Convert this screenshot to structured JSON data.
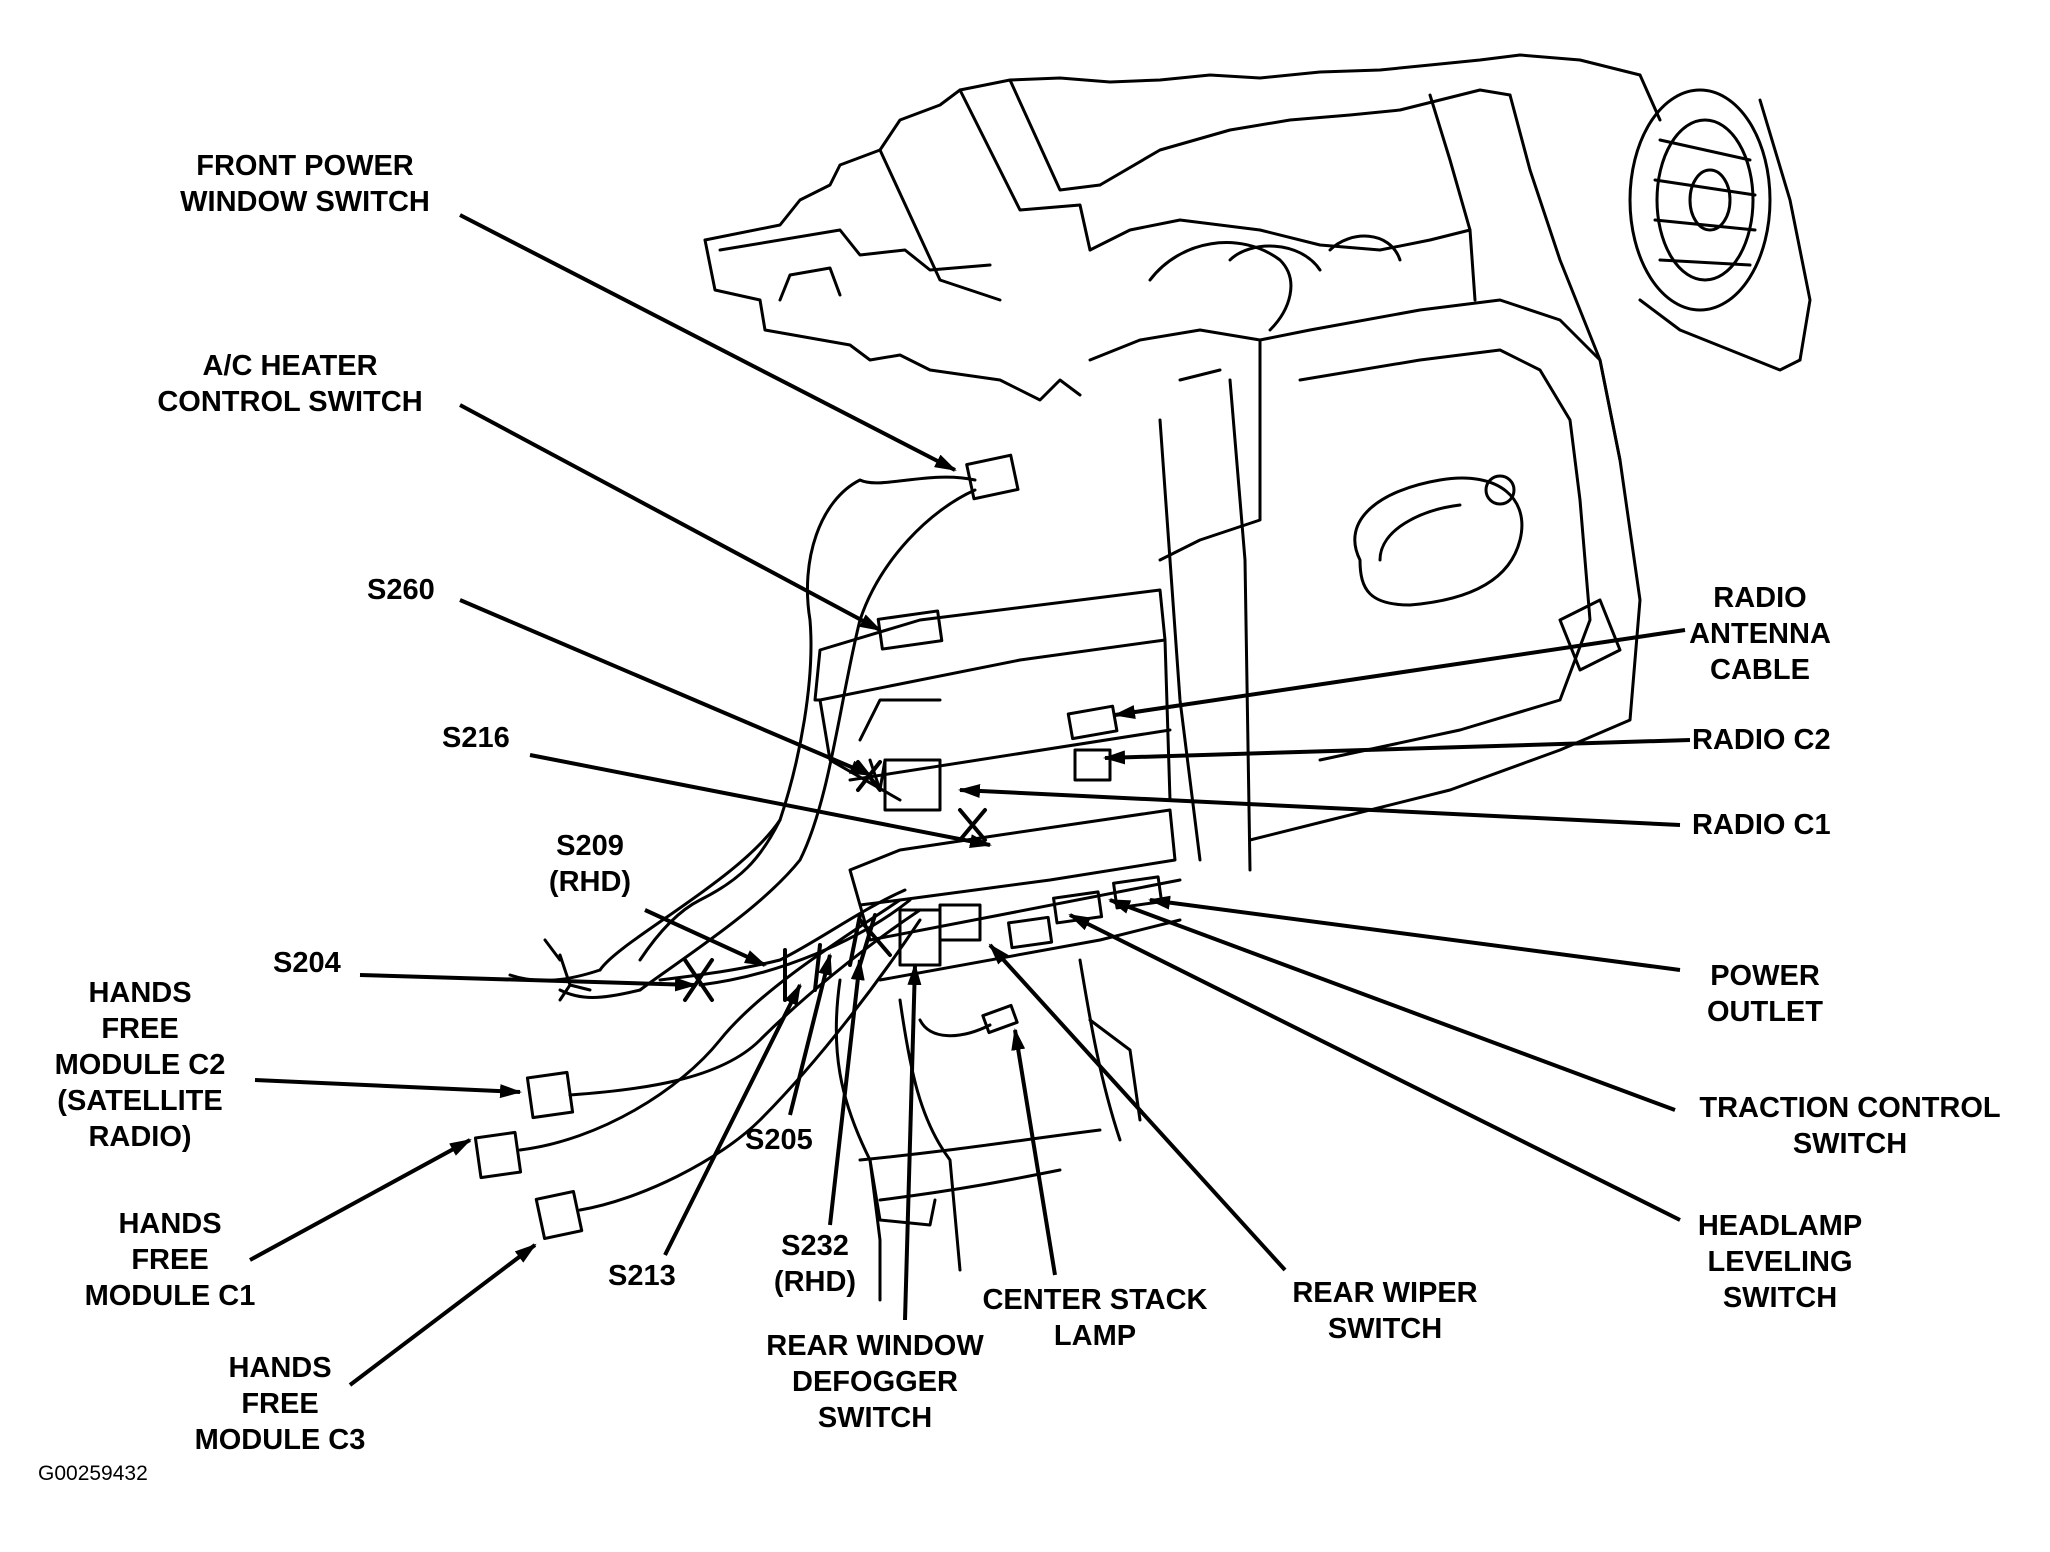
{
  "labels": {
    "front_power_window_switch": [
      "FRONT POWER",
      "WINDOW SWITCH"
    ],
    "ac_heater_control_switch": [
      "A/C HEATER",
      "CONTROL SWITCH"
    ],
    "s260": "S260",
    "s216": "S216",
    "s209": [
      "S209",
      "(RHD)"
    ],
    "s204": "S204",
    "hands_free_c2": [
      "HANDS",
      "FREE",
      "MODULE C2",
      "(SATELLITE",
      "RADIO)"
    ],
    "hands_free_c1": [
      "HANDS",
      "FREE",
      "MODULE C1"
    ],
    "hands_free_c3": [
      "HANDS",
      "FREE",
      "MODULE C3"
    ],
    "s213": "S213",
    "s205": "S205",
    "s232": [
      "S232",
      "(RHD)"
    ],
    "rear_window_defogger_switch": [
      "REAR WINDOW",
      "DEFOGGER",
      "SWITCH"
    ],
    "center_stack_lamp": [
      "CENTER STACK",
      "LAMP"
    ],
    "rear_wiper_switch": [
      "REAR WIPER",
      "SWITCH"
    ],
    "headlamp_leveling_switch": [
      "HEADLAMP",
      "LEVELING",
      "SWITCH"
    ],
    "traction_control_switch": [
      "TRACTION CONTROL",
      "SWITCH"
    ],
    "power_outlet": [
      "POWER",
      "OUTLET"
    ],
    "radio_c1": "RADIO C1",
    "radio_c2": "RADIO C2",
    "radio_antenna_cable": [
      "RADIO",
      "ANTENNA",
      "CABLE"
    ]
  },
  "figure_id": "G00259432"
}
